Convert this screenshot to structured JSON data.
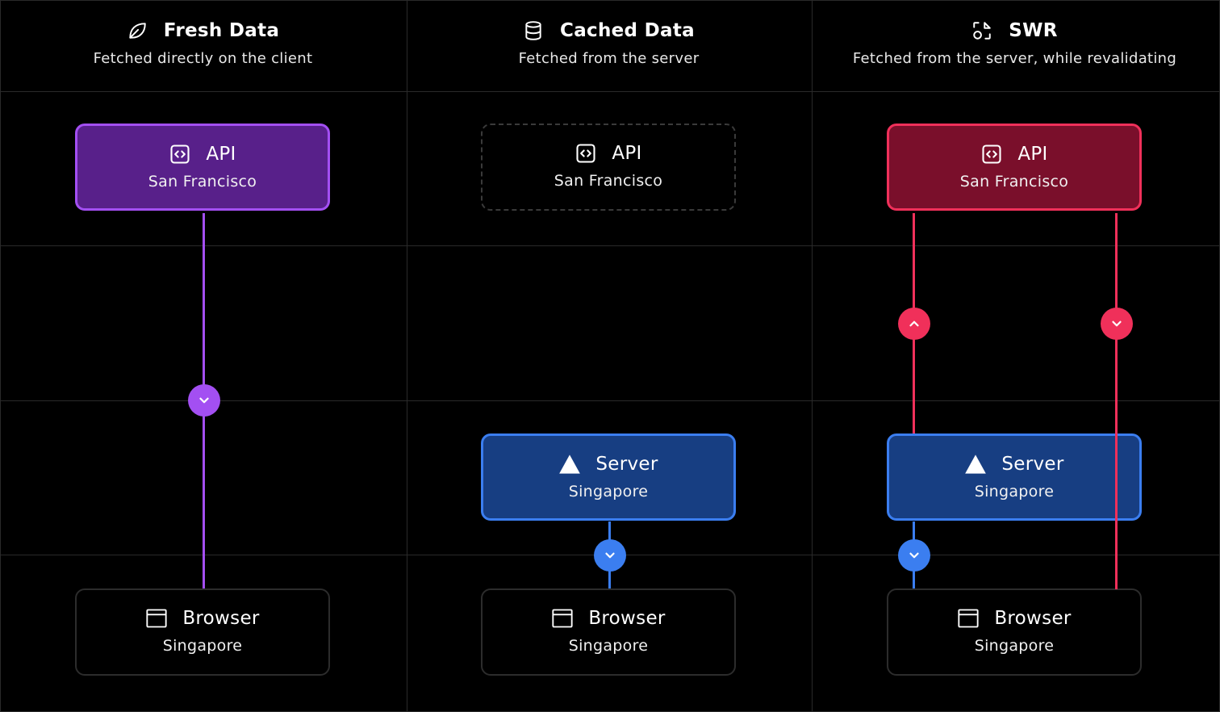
{
  "columns": [
    {
      "title": "Fresh Data",
      "subtitle": "Fetched directly on the client",
      "icon": "leaf-icon",
      "api": {
        "title": "API",
        "location": "San Francisco"
      },
      "browser": {
        "title": "Browser",
        "location": "Singapore"
      }
    },
    {
      "title": "Cached Data",
      "subtitle": "Fetched from the server",
      "icon": "database-icon",
      "api": {
        "title": "API",
        "location": "San Francisco"
      },
      "server": {
        "title": "Server",
        "location": "Singapore"
      },
      "browser": {
        "title": "Browser",
        "location": "Singapore"
      }
    },
    {
      "title": "SWR",
      "subtitle": "Fetched from the server, while revalidating",
      "icon": "swr-shapes-icon",
      "api": {
        "title": "API",
        "location": "San Francisco"
      },
      "server": {
        "title": "Server",
        "location": "Singapore"
      },
      "browser": {
        "title": "Browser",
        "location": "Singapore"
      }
    }
  ],
  "colors": {
    "background": "#000000",
    "grid": "#2a2a2a",
    "fresh_accent": "#a34ff2",
    "fresh_fill": "#58208a",
    "swr_accent": "#f0305a",
    "swr_fill": "#7a0f2b",
    "server_accent": "#3b7ef0",
    "server_fill": "#173e82"
  }
}
